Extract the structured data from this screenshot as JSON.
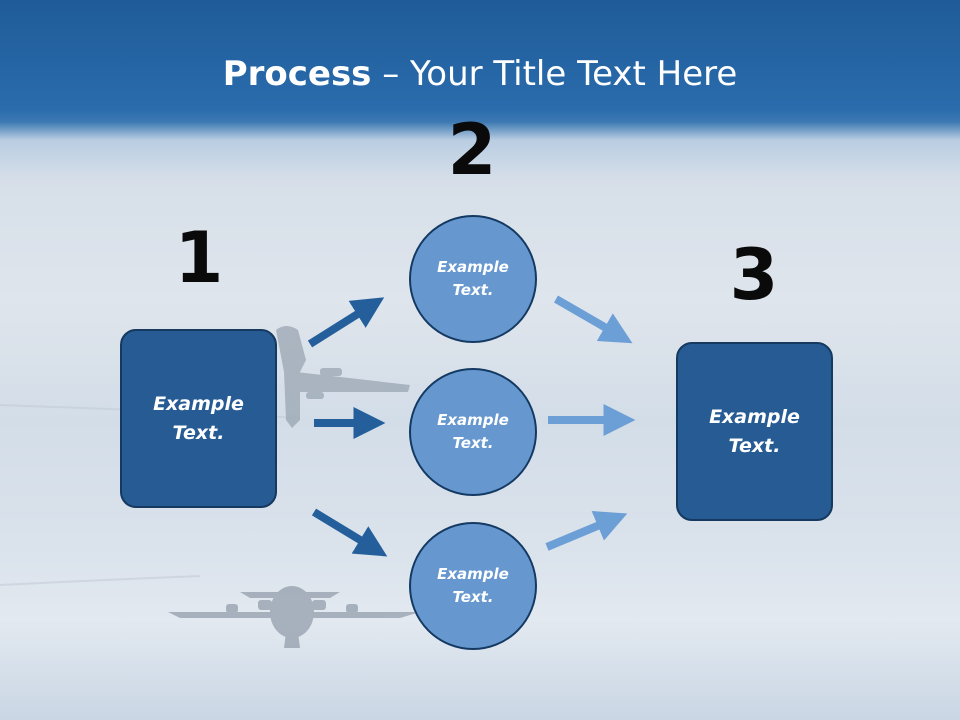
{
  "slide": {
    "title_bold": "Process",
    "title_rest": " – Your Title Text Here",
    "steps": [
      {
        "number": "1",
        "label": "Example\nText."
      },
      {
        "number": "2",
        "circles": [
          "Example\nText.",
          "Example\nText.",
          "Example\nText."
        ]
      },
      {
        "number": "3",
        "label": "Example\nText."
      }
    ]
  },
  "colors": {
    "header": "#265f9e",
    "box_fill": "#265b94",
    "circle_fill": "#6698cf",
    "arrow_dark": "#245f9c",
    "arrow_light": "#6c9fd6"
  }
}
